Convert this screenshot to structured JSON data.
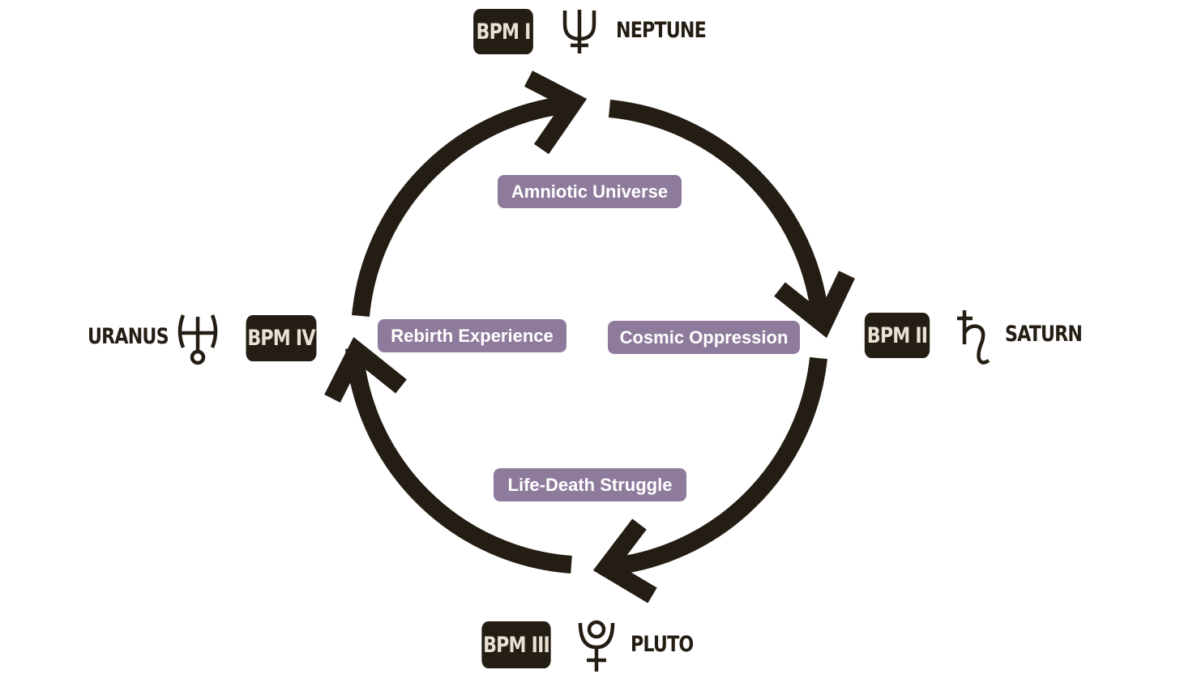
{
  "stages": [
    {
      "badge": "BPM I",
      "planet": "NEPTUNE",
      "glyph": "neptune-icon"
    },
    {
      "badge": "BPM II",
      "planet": "SATURN",
      "glyph": "saturn-icon"
    },
    {
      "badge": "BPM III",
      "planet": "PLUTO",
      "glyph": "pluto-icon"
    },
    {
      "badge": "BPM IV",
      "planet": "URANUS",
      "glyph": "uranus-icon"
    }
  ],
  "phases": [
    {
      "label": "Amniotic Universe"
    },
    {
      "label": "Cosmic Oppression"
    },
    {
      "label": "Life-Death Struggle"
    },
    {
      "label": "Rebirth Experience"
    }
  ],
  "colors": {
    "dark": "#241d14",
    "badge_text": "#e9e1d2",
    "label_bg": "#8e7b9c",
    "label_text": "#ffffff"
  }
}
